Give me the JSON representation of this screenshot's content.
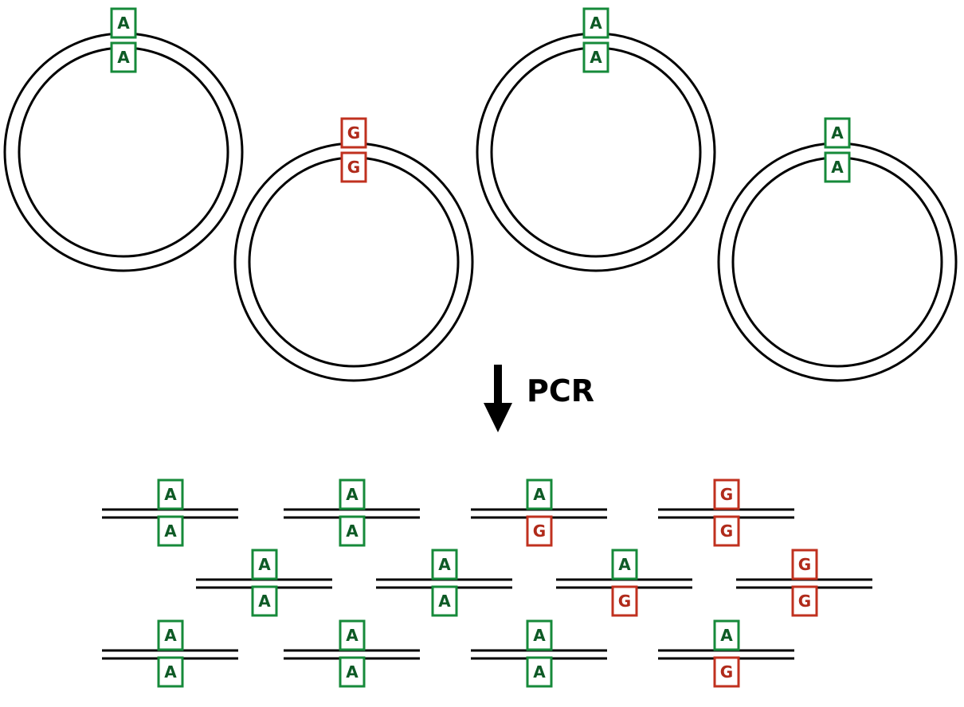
{
  "colors": {
    "A": "#168a3a",
    "A_text": "#0d5a25",
    "G": "#c0311f",
    "G_text": "#b02a1a",
    "line": "#000000"
  },
  "arrow_label": "PCR",
  "plasmids": [
    {
      "top": "A",
      "bottom": "A"
    },
    {
      "top": "G",
      "bottom": "G"
    },
    {
      "top": "A",
      "bottom": "A"
    },
    {
      "top": "A",
      "bottom": "A"
    }
  ],
  "products": [
    {
      "top": "A",
      "bottom": "A"
    },
    {
      "top": "A",
      "bottom": "A"
    },
    {
      "top": "A",
      "bottom": "G"
    },
    {
      "top": "G",
      "bottom": "G"
    },
    {
      "top": "A",
      "bottom": "A"
    },
    {
      "top": "A",
      "bottom": "A"
    },
    {
      "top": "A",
      "bottom": "G"
    },
    {
      "top": "G",
      "bottom": "G"
    },
    {
      "top": "A",
      "bottom": "A"
    },
    {
      "top": "A",
      "bottom": "A"
    },
    {
      "top": "A",
      "bottom": "A"
    },
    {
      "top": "A",
      "bottom": "G"
    }
  ]
}
